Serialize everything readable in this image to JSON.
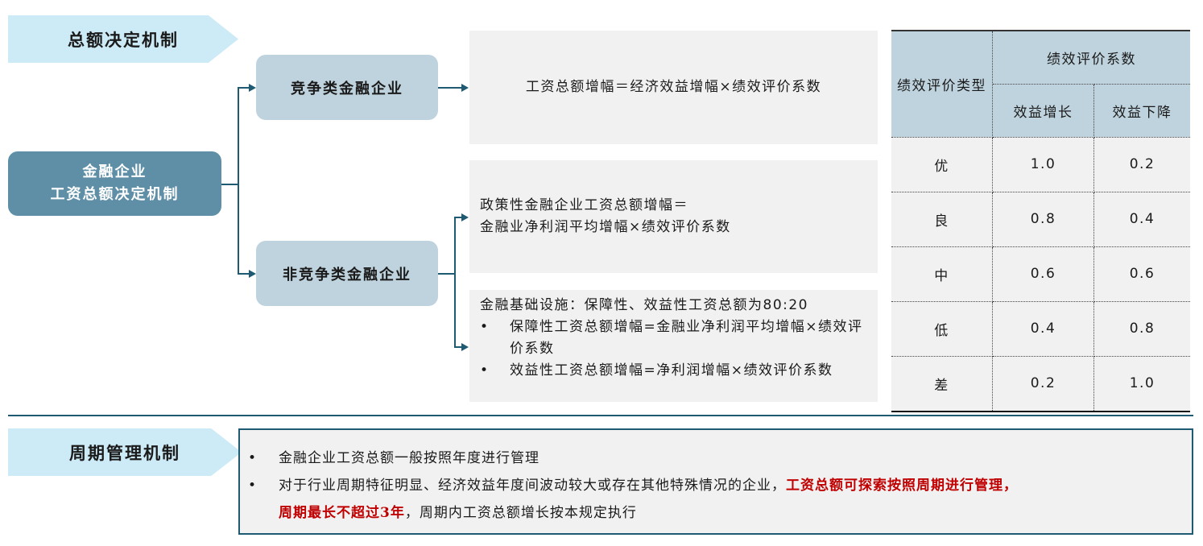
{
  "section_total": {
    "label": "总额决定机制",
    "root": {
      "line1": "金融企业",
      "line2": "工资总额决定机制"
    },
    "branches": [
      {
        "label": "竞争类金融企业"
      },
      {
        "label": "非竞争类金融企业"
      }
    ],
    "panels": {
      "competitive": "工资总额增幅＝经济效益增幅×绩效评价系数",
      "policy": {
        "line1": "政策性金融企业工资总额增幅＝",
        "line2": "金融业净利润平均增幅×绩效评价系数"
      },
      "infrastructure": {
        "title": "金融基础设施：保障性、效益性工资总额为80:20",
        "bullets": [
          "保障性工资总额增幅=金融业净利润平均增幅×绩效评价系数",
          "效益性工资总额增幅=净利润增幅×绩效评价系数"
        ]
      }
    },
    "table": {
      "header_type": "绩效评价类型",
      "header_coef": "绩效评价系数",
      "col_growth": "效益增长",
      "col_decline": "效益下降",
      "rows": [
        {
          "grade": "优",
          "growth": "1.0",
          "decline": "0.2"
        },
        {
          "grade": "良",
          "growth": "0.8",
          "decline": "0.4"
        },
        {
          "grade": "中",
          "growth": "0.6",
          "decline": "0.6"
        },
        {
          "grade": "低",
          "growth": "0.4",
          "decline": "0.8"
        },
        {
          "grade": "差",
          "growth": "0.2",
          "decline": "1.0"
        }
      ]
    }
  },
  "section_cycle": {
    "label": "周期管理机制",
    "bullet1": "金融企业工资总额一般按照年度进行管理",
    "bullet2_normal": "对于行业周期特征明显、经济效益年度间波动较大或存在其他特殊情况的企业，",
    "bullet2_red1": "工资总额可探索按照周期进行管理，",
    "bullet2_red2": "周期最长不超过3年",
    "bullet2_tail": "，周期内工资总额增长按本规定执行"
  },
  "colors": {
    "accent": "#1f5a73",
    "chevron": "#cdeaf7",
    "root": "#5f8fa6",
    "branch": "#bed3dd",
    "panel": "#f1f1f1",
    "highlight": "#c00000"
  }
}
